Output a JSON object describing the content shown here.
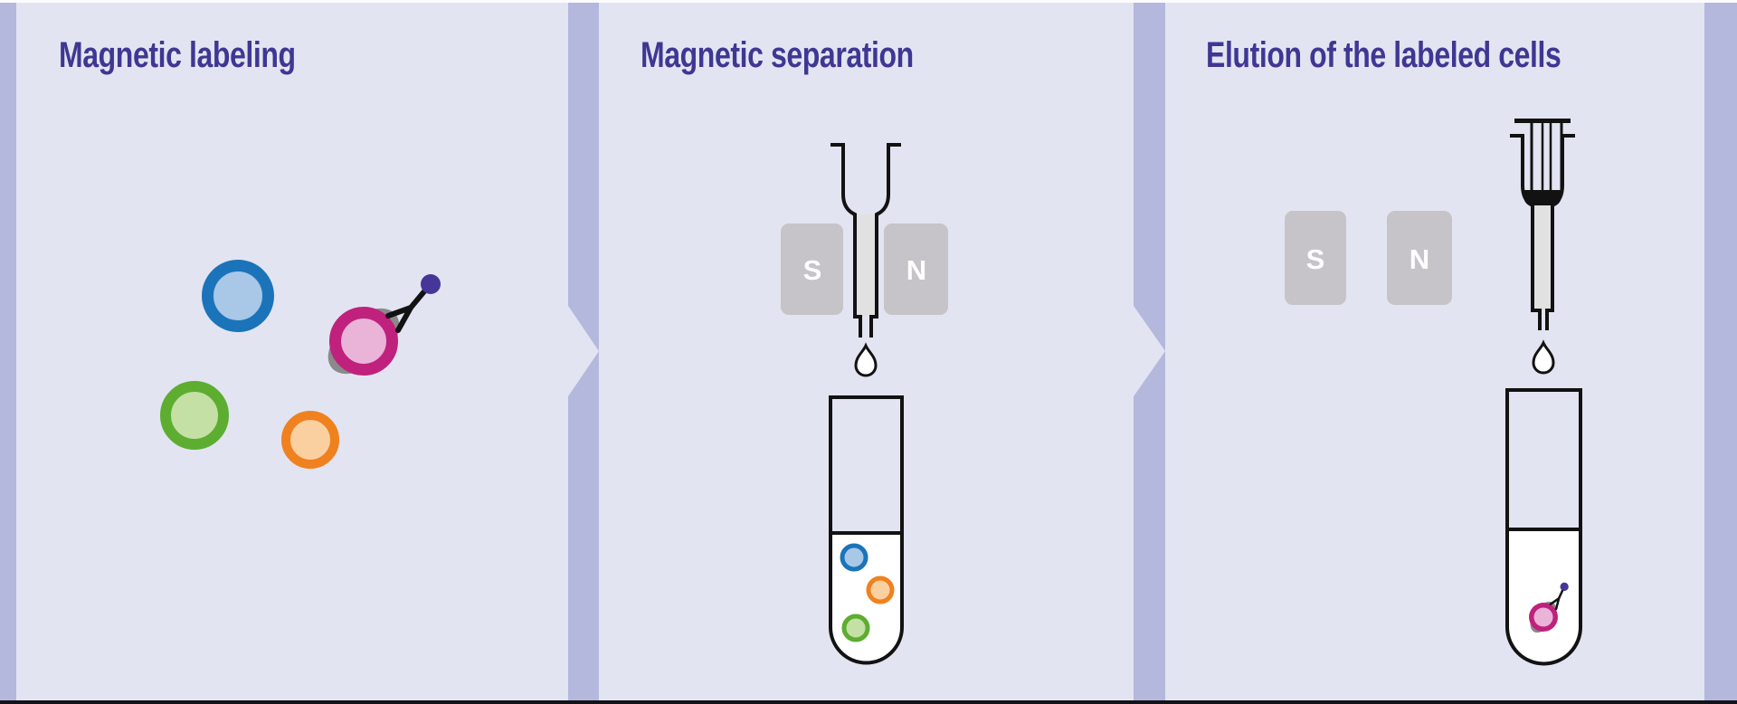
{
  "panels": [
    {
      "title": "Magnetic labeling",
      "items": [
        "cell-blue",
        "cell-green",
        "cell-orange",
        "labeled-cell-magenta",
        "antibody-with-magnetic-bead"
      ]
    },
    {
      "title": "Magnetic separation",
      "magnets": {
        "left": "S",
        "right": "N"
      },
      "tube_cells": [
        "blue",
        "orange",
        "green"
      ]
    },
    {
      "title": "Elution of the labeled cells",
      "magnets": {
        "left": "S",
        "right": "N"
      },
      "tube_cells": [
        "labeled-magenta"
      ]
    }
  ],
  "colors": {
    "panel_bg": "#e3e4f1",
    "band_bg": "#b4b8dc",
    "top_strip": "#fbfbfd",
    "bottom_strip": "#121218",
    "title_color": "#3e3793",
    "outline": "#121212",
    "magnet_bg": "#c6c4c8",
    "magnet_label": "#ffffff",
    "column_fill": "#e2e1e2",
    "blue_ring": "#1b74b9",
    "blue_fill": "#a9c7e7",
    "green_ring": "#5dad31",
    "green_fill": "#c5e0a5",
    "orange_ring": "#f0811f",
    "orange_fill": "#fbd0a1",
    "magenta_ring": "#c0217d",
    "magenta_fill": "#e9b4d8",
    "gray_blob": "#8a8a8a",
    "bead": "#453697"
  }
}
